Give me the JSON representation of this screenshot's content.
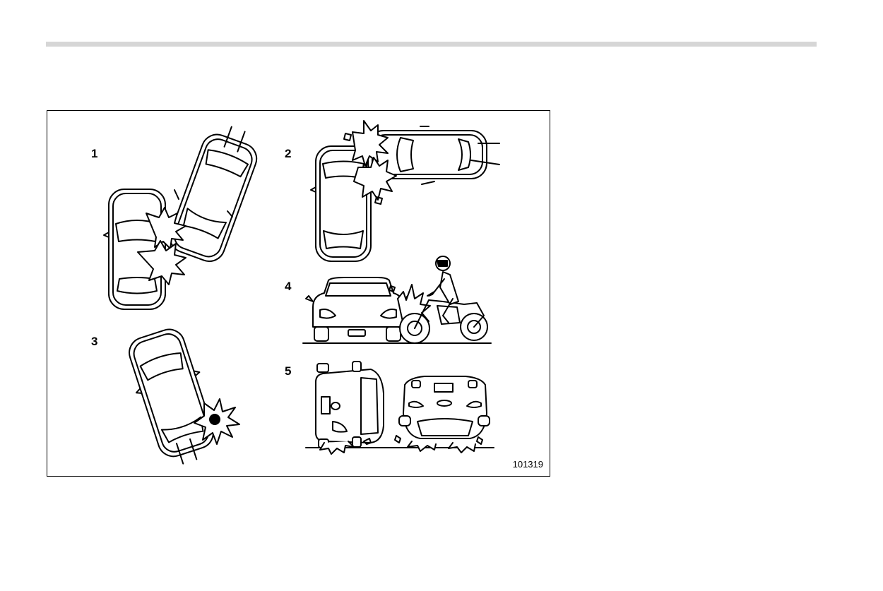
{
  "figure": {
    "labels": [
      "1",
      "2",
      "3",
      "4",
      "5"
    ],
    "code": "101319"
  },
  "colors": {
    "rule": "#d6d6d6",
    "ink": "#000000"
  }
}
